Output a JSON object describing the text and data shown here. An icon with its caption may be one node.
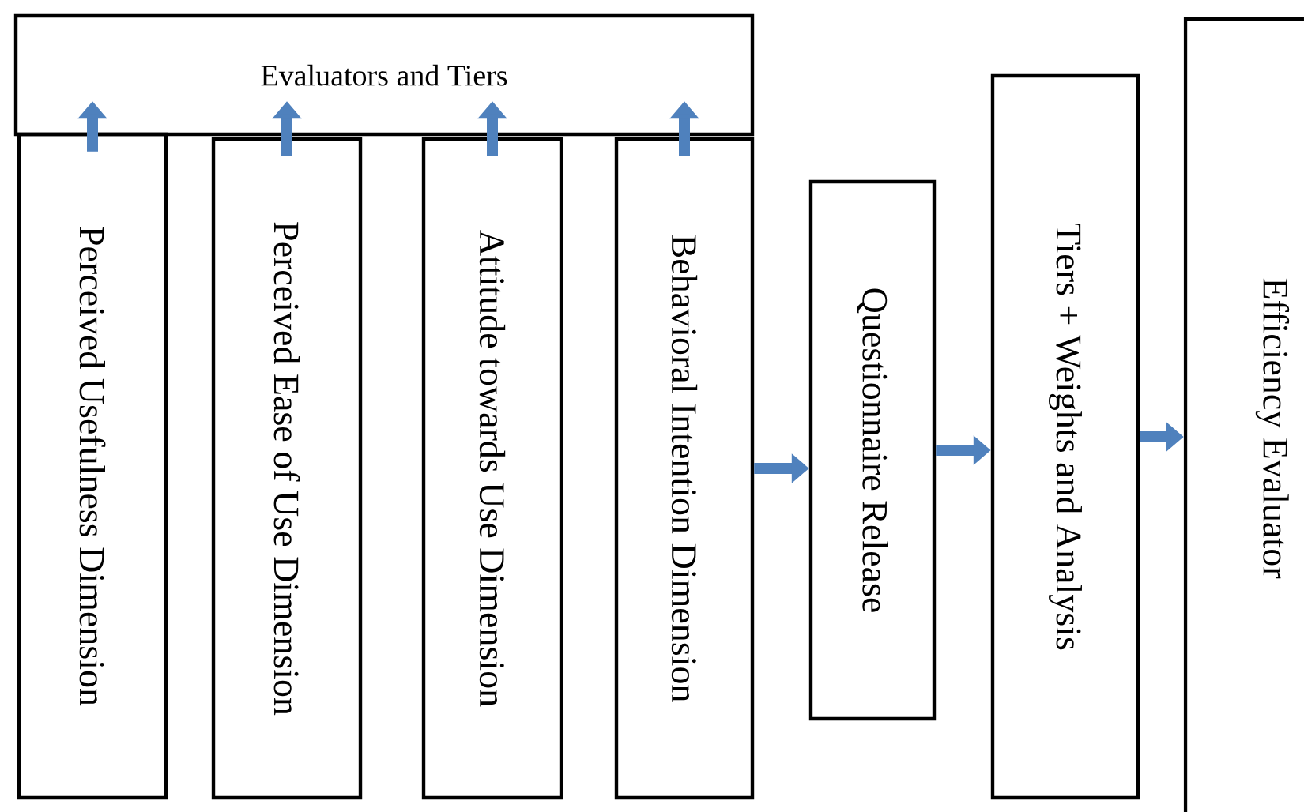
{
  "diagram": {
    "nodes": [
      {
        "text": [
          "Evaluators and Tiers"
        ]
      },
      {
        "text": [
          "Perceived Usefulness Dimension"
        ]
      },
      {
        "text": [
          "Perceived Ease of Use Dimension"
        ]
      },
      {
        "text": [
          "Attitude towards Use Dimension"
        ]
      },
      {
        "text": [
          "Behavioral Intention Dimension"
        ]
      },
      {
        "text": [
          "Questionnaire Release"
        ]
      },
      {
        "text": [
          "Tiers + Weights and Analysis"
        ]
      },
      {
        "text": [
          "Efficiency Evaluator"
        ]
      }
    ],
    "edges": [
      {
        "from": 1,
        "to": 0,
        "arrow": "to"
      },
      {
        "from": 2,
        "to": 0,
        "arrow": "to"
      },
      {
        "from": 3,
        "to": 0,
        "arrow": "to"
      },
      {
        "from": 4,
        "to": 0,
        "arrow": "to"
      },
      {
        "from": 4,
        "to": 5,
        "arrow": "to"
      },
      {
        "from": 5,
        "to": 6,
        "arrow": "to"
      },
      {
        "from": 6,
        "to": 7,
        "arrow": "to"
      }
    ]
  }
}
